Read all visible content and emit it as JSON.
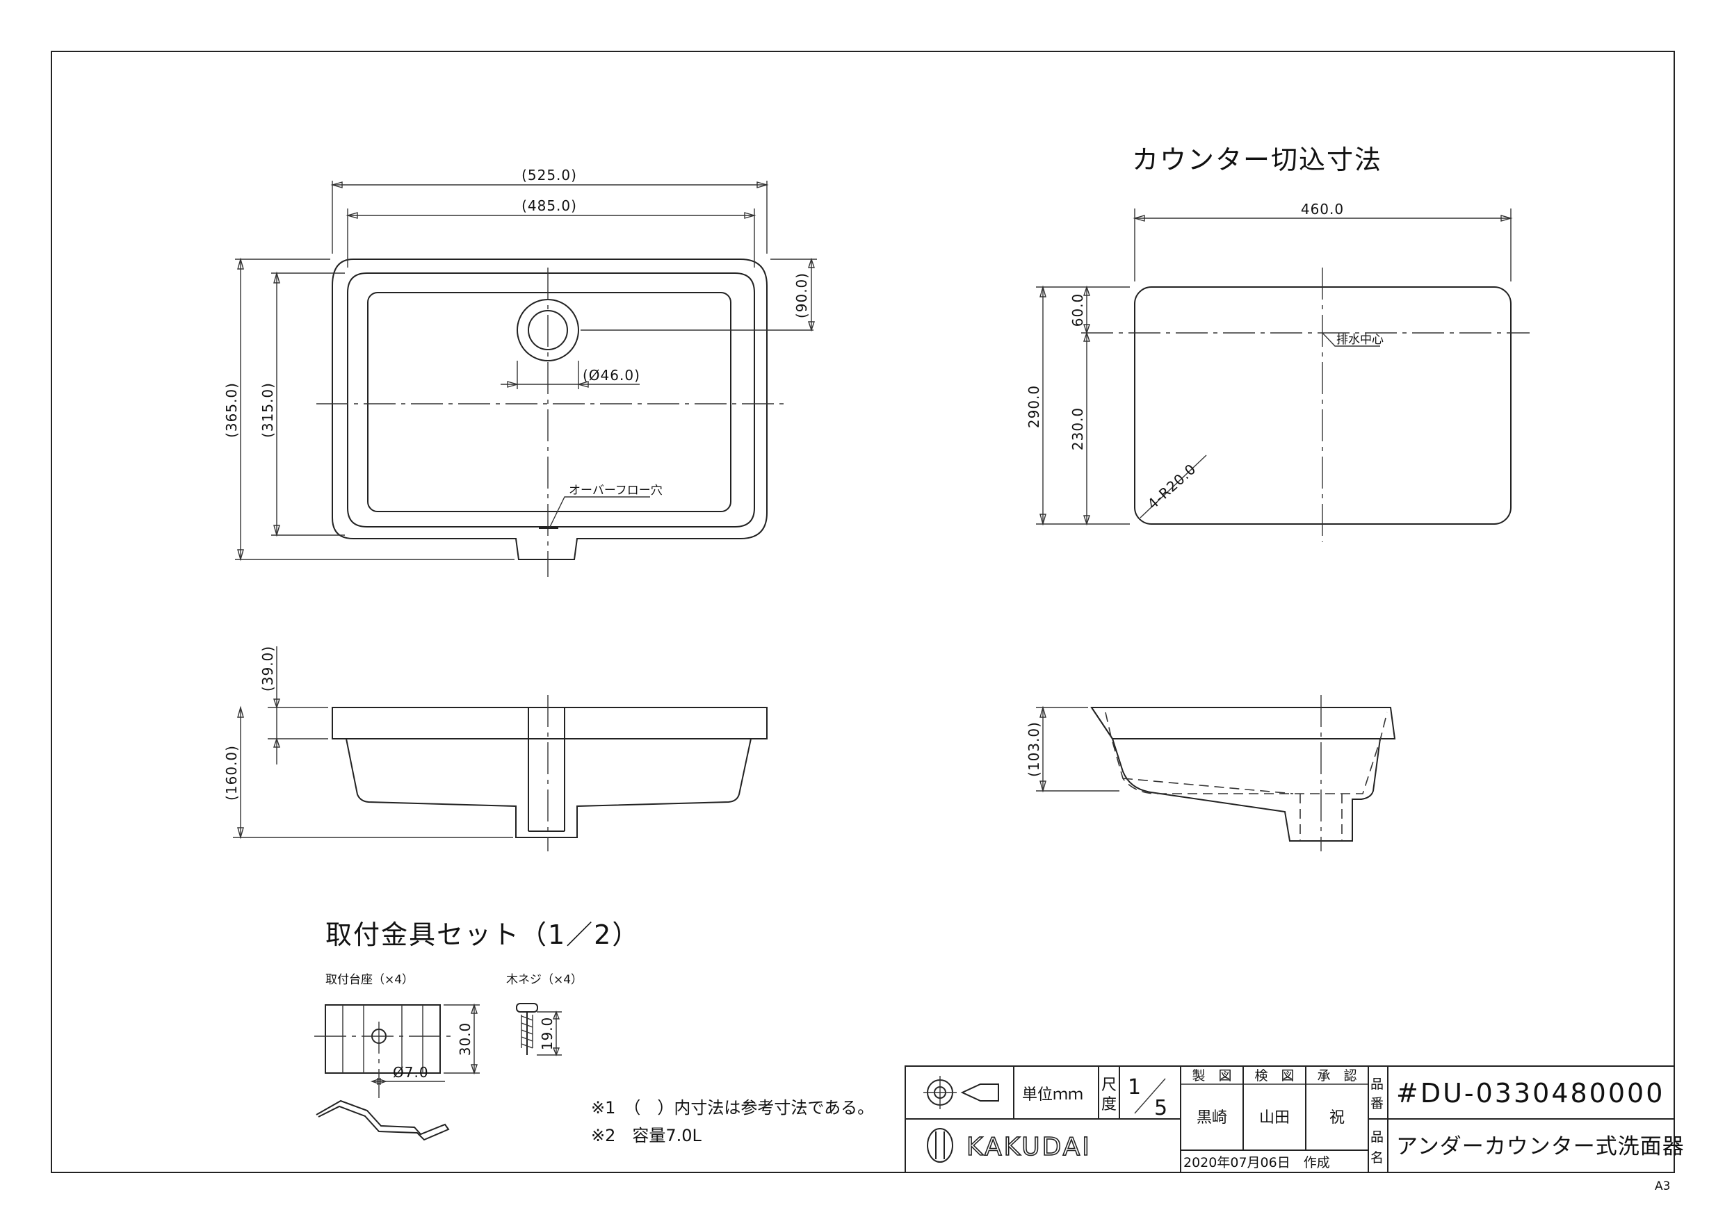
{
  "drawing": {
    "sheet_size": "A3",
    "top_view": {
      "dim_overall_width": "(525.0)",
      "dim_inner_width": "(485.0)",
      "dim_overall_depth": "(365.0)",
      "dim_inner_depth": "(315.0)",
      "dim_drain_offset": "(90.0)",
      "dim_drain_diameter": "(Ø46.0)",
      "label_overflow": "オーバーフロー穴"
    },
    "cutout": {
      "title": "カウンター切込寸法",
      "dim_width": "460.0",
      "dim_depth": "290.0",
      "dim_top": "60.0",
      "dim_bottom": "230.0",
      "dim_radius": "4-R20.0",
      "label_drain_center": "排水中心"
    },
    "front_view": {
      "dim_rim": "(39.0)",
      "dim_height": "(160.0)"
    },
    "side_view": {
      "dim_height": "(103.0)"
    },
    "fittings": {
      "title": "取付金具セット（1／2）",
      "base_label": "取付台座（×4）",
      "screw_label": "木ネジ（×4）",
      "dim_base_height": "30.0",
      "dim_hole": "Ø7.0",
      "dim_screw": "19.0"
    },
    "notes": [
      "※1　（　）内寸法は参考寸法である。",
      "※2　容量7.0L"
    ]
  },
  "title_block": {
    "unit_label": "単位ｍｍ",
    "scale_label_1": "尺",
    "scale_label_2": "度",
    "scale_num": "1",
    "scale_den": "5",
    "drawn_label": "製　図",
    "checked_label": "検　図",
    "approved_label": "承　認",
    "drawn_by": "黒崎",
    "checked_by": "山田",
    "approved_by": "祝",
    "date_text": "2020年07月06日　作成",
    "part_no_label_1": "品",
    "part_no_label_2": "番",
    "part_name_label_1": "品",
    "part_name_label_2": "名",
    "part_number": "#DU-0330480000",
    "part_name": "アンダーカウンター式洗面器",
    "brand": "KAKUDAI"
  }
}
